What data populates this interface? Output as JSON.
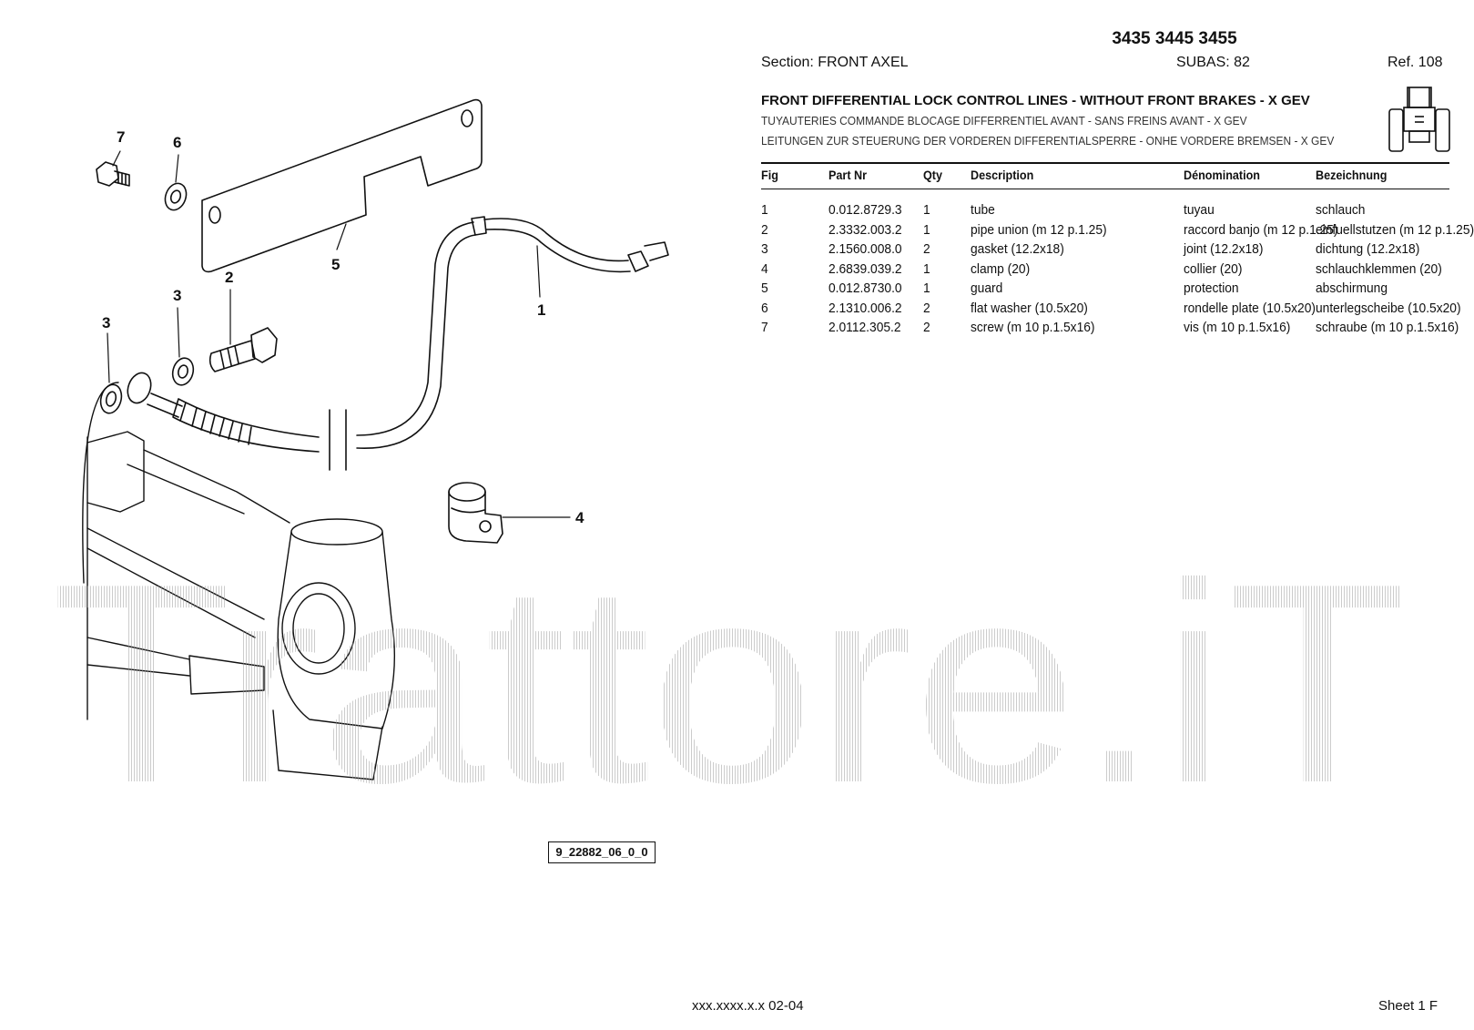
{
  "header": {
    "models": "3435 3445 3455",
    "section": "Section: FRONT AXEL",
    "subas": "SUBAS: 82",
    "ref": "Ref. 108",
    "title_en": "FRONT DIFFERENTIAL LOCK CONTROL LINES - WITHOUT FRONT BRAKES - X GEV",
    "title_fr": "TUYAUTERIES COMMANDE BLOCAGE DIFFERRENTIEL AVANT - SANS FREINS AVANT - X GEV",
    "title_de": "LEITUNGEN ZUR STEUERUNG DER VORDEREN DIFFERENTIALSPERRE - ONHE VORDERE BREMSEN - X GEV"
  },
  "table": {
    "columns": [
      "Fig",
      "Part Nr",
      "Qty",
      "Description",
      "Dénomination",
      "Bezeichnung"
    ],
    "rows": [
      {
        "fig": "1",
        "part": "0.012.8729.3",
        "qty": "1",
        "desc": "tube",
        "den": "tuyau",
        "bez": "schlauch"
      },
      {
        "fig": "2",
        "part": "2.3332.003.2",
        "qty": "1",
        "desc": "pipe union (m 12 p.1.25)",
        "den": "raccord banjo (m 12 p.1.25)",
        "bez": "einfuellstutzen (m 12 p.1.25)"
      },
      {
        "fig": "3",
        "part": "2.1560.008.0",
        "qty": "2",
        "desc": "gasket (12.2x18)",
        "den": "joint (12.2x18)",
        "bez": "dichtung (12.2x18)"
      },
      {
        "fig": "4",
        "part": "2.6839.039.2",
        "qty": "1",
        "desc": "clamp (20)",
        "den": "collier (20)",
        "bez": "schlauchklemmen (20)"
      },
      {
        "fig": "5",
        "part": "0.012.8730.0",
        "qty": "1",
        "desc": "guard",
        "den": "protection",
        "bez": "abschirmung"
      },
      {
        "fig": "6",
        "part": "2.1310.006.2",
        "qty": "2",
        "desc": "flat washer (10.5x20)",
        "den": "rondelle plate (10.5x20)",
        "bez": "unterlegscheibe (10.5x20)"
      },
      {
        "fig": "7",
        "part": "2.0112.305.2",
        "qty": "2",
        "desc": "screw (m 10 p.1.5x16)",
        "den": "vis (m 10 p.1.5x16)",
        "bez": "schraube (m 10 p.1.5x16)"
      }
    ]
  },
  "drawing": {
    "callouts": [
      "7",
      "6",
      "5",
      "2",
      "3",
      "3",
      "1",
      "4"
    ],
    "code": "9_22882_06_0_0"
  },
  "watermark": "Trattore.iT",
  "footer": {
    "code": "xxx.xxxx.x.x  02-04",
    "sheet": "Sheet 1 F"
  }
}
